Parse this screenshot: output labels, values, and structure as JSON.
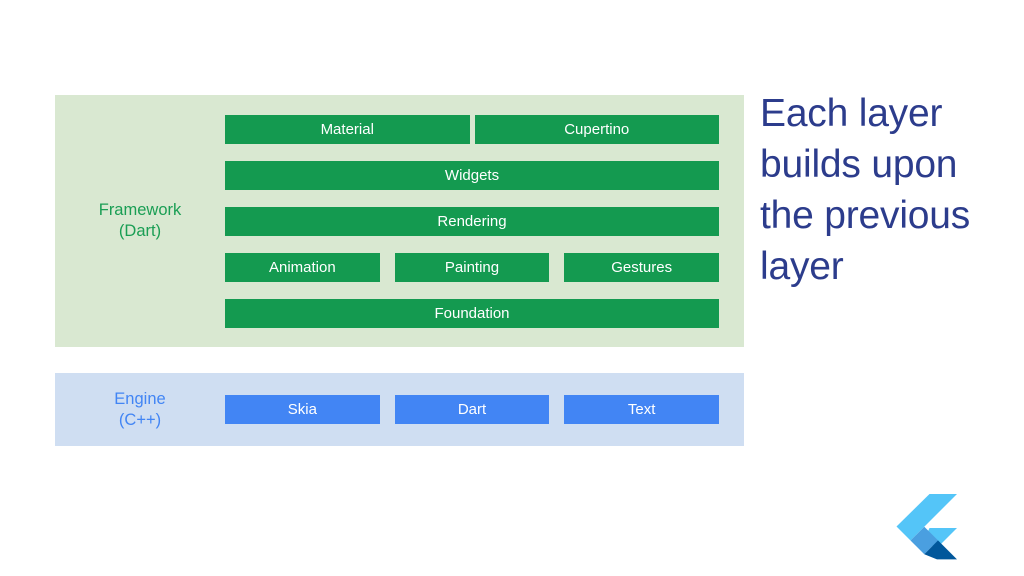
{
  "colors": {
    "framework_panel_bg": "#d9e8d1",
    "engine_panel_bg": "#cfdef2",
    "framework_box": "#149a50",
    "engine_box": "#4285f4",
    "framework_label_text": "#1a9e54",
    "engine_label_text": "#4285f4",
    "caption_text": "#2c3c8c",
    "page_bg": "#ffffff",
    "logo_light_blue": "#54c5f8",
    "logo_mid_blue": "#4a9fe0",
    "logo_dark_blue": "#01579b"
  },
  "diagram": {
    "layers": [
      {
        "id": "framework",
        "label": "Framework\n(Dart)",
        "rows": [
          {
            "type": "split2",
            "boxes": [
              "Material",
              "Cupertino"
            ]
          },
          {
            "type": "full",
            "boxes": [
              "Widgets"
            ]
          },
          {
            "type": "full",
            "boxes": [
              "Rendering"
            ]
          },
          {
            "type": "split3",
            "boxes": [
              "Animation",
              "Painting",
              "Gestures"
            ]
          },
          {
            "type": "full",
            "boxes": [
              "Foundation"
            ]
          }
        ]
      },
      {
        "id": "engine",
        "label": "Engine\n(C++)",
        "rows": [
          {
            "type": "split3",
            "boxes": [
              "Skia",
              "Dart",
              "Text"
            ]
          }
        ]
      }
    ]
  },
  "caption": {
    "text": "Each layer builds upon the previous layer"
  },
  "logo": {
    "name": "flutter-logo"
  }
}
